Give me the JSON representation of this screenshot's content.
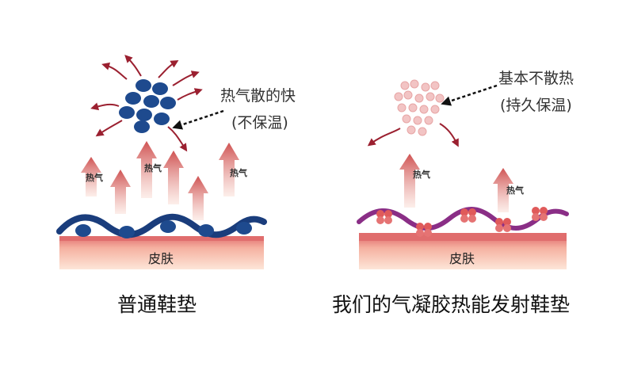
{
  "colors": {
    "normal_wave": "#1a3d7c",
    "normal_dot": "#1e4a8e",
    "gel_wave": "#8a2e86",
    "gel_particle": "#e05a5a",
    "skin_top": "#e06d6d",
    "skin_bottom": "#fbe0d0",
    "heat_arrow": "#d76b6b",
    "scatter_arrow": "#9b2030",
    "pink_particle": "#f2c4c4"
  },
  "left": {
    "note_line1": "热气散的快",
    "note_line2": "(不保温)",
    "heat_label": "热气",
    "skin_label": "皮肤",
    "caption": "普通鞋垫"
  },
  "right": {
    "note_line1": "基本不散热",
    "note_line2": "(持久保温)",
    "heat_label": "热气",
    "skin_label": "皮肤",
    "caption": "我们的气凝胶热能发射鞋垫"
  }
}
